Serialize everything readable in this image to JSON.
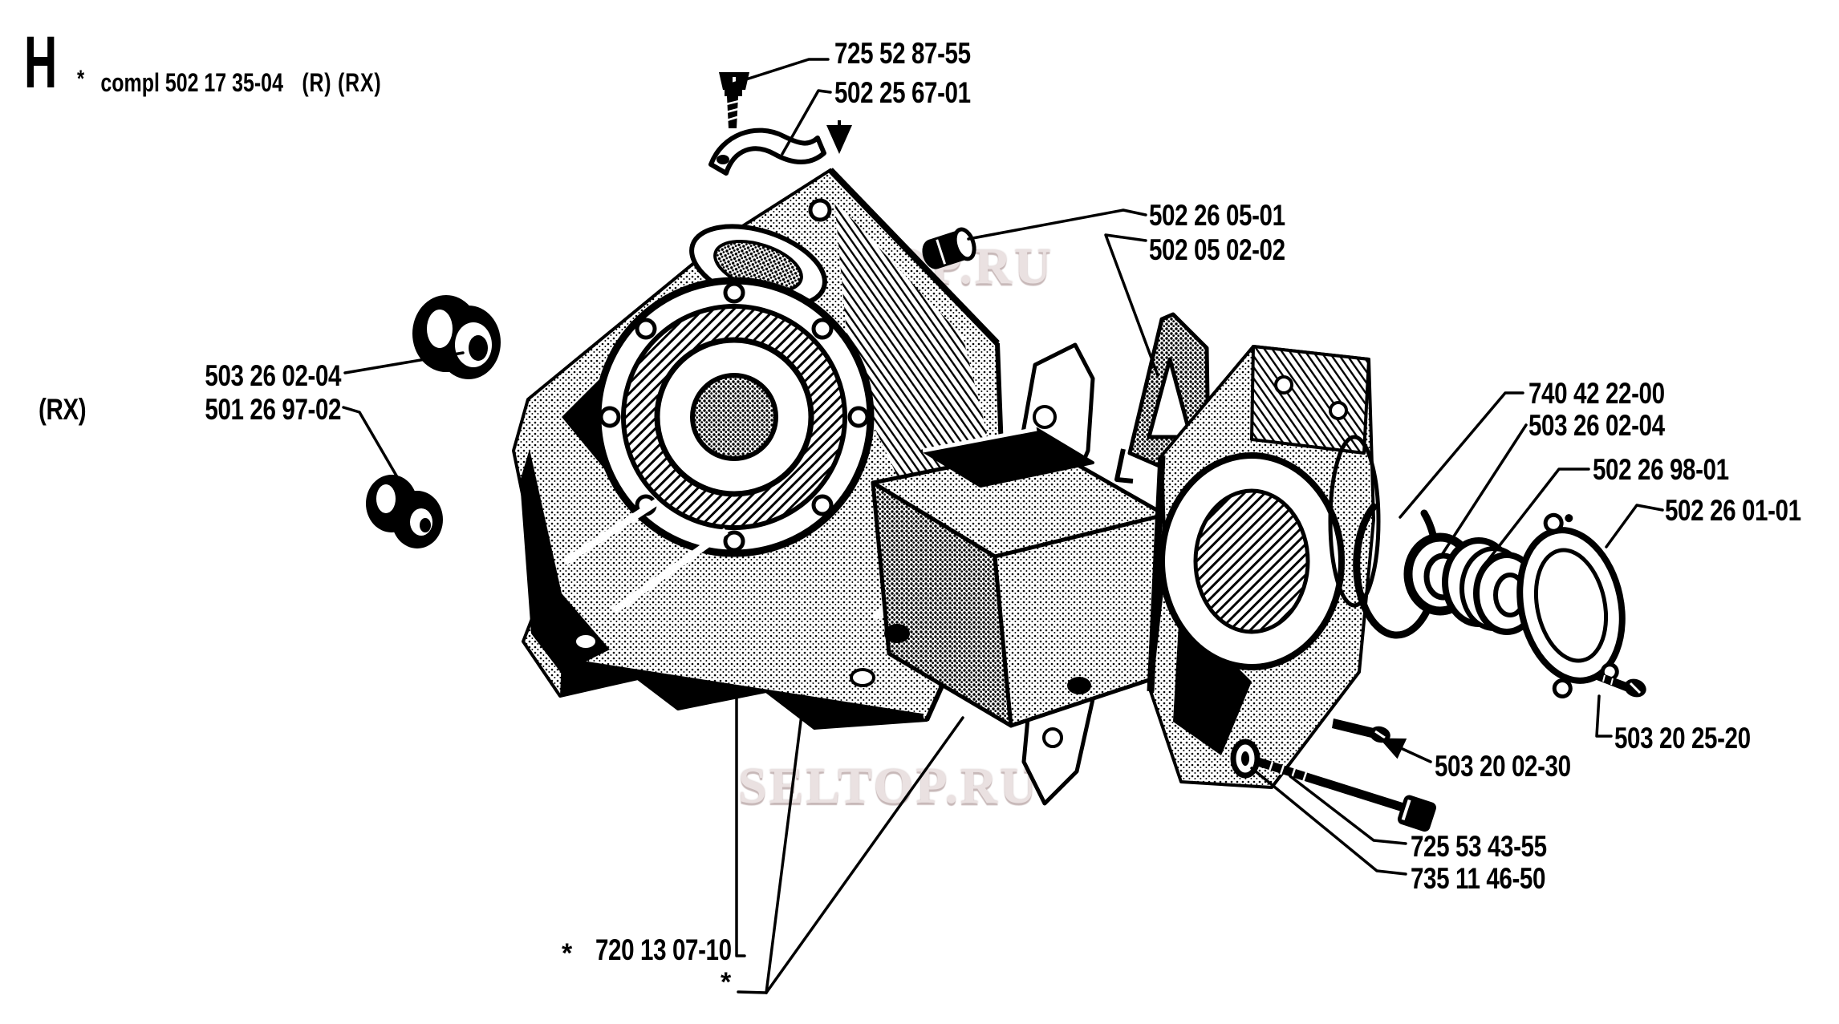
{
  "header": {
    "letter": "H",
    "asterisk": "*",
    "assembly_note": "compl 502 17 35-04",
    "variant_note": "(R) (RX)"
  },
  "watermark": {
    "text": "SELTOP.RU"
  },
  "colors": {
    "paper": "#ffffff",
    "ink": "#000000",
    "watermark": "#eae1e1",
    "watermark-shadow": "#c7b8b8"
  },
  "callouts": {
    "screw_top": "725 52 87-55",
    "bracket": "502 25 67-01",
    "plug": "502 26 05-01",
    "baffle": "502 05 02-02",
    "bearing_left": "503 26 02-04",
    "seal_left_prefix": "(RX)",
    "seal_left": "501 26 97-02",
    "snap_ring": "740 42 22-00",
    "bearing_right": "503 26 02-04",
    "seal_right": "502 26 98-01",
    "cover_plate": "502 26 01-01",
    "screw_right": "503 20 25-20",
    "bolt_short": "503 20 02-30",
    "bolt_long": "725 53 43-55",
    "washer": "735 11 46-50",
    "gasket_prefix": "*",
    "gasket": "720 13 07-10",
    "parting_marker": "*"
  }
}
